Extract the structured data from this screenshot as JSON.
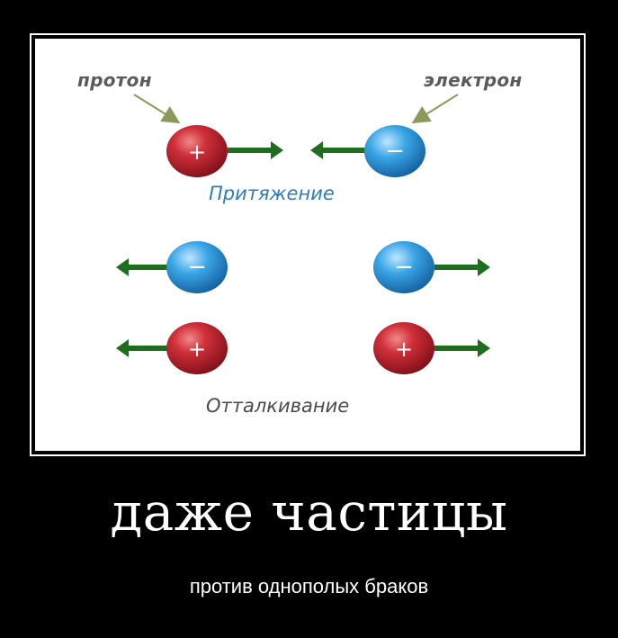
{
  "diagram": {
    "label_proton": "протон",
    "label_electron": "электрон",
    "label_attraction": "Притяжение",
    "label_repulsion": "Отталкивание",
    "proton_sign": "+",
    "electron_sign": "−",
    "colors": {
      "proton": "#c8202e",
      "electron": "#2f9ad8",
      "arrow": "#1f6e1f",
      "pointer": "#8a9a5a"
    }
  },
  "caption": {
    "title": "даже частицы",
    "subtitle": "против однополых браков"
  }
}
